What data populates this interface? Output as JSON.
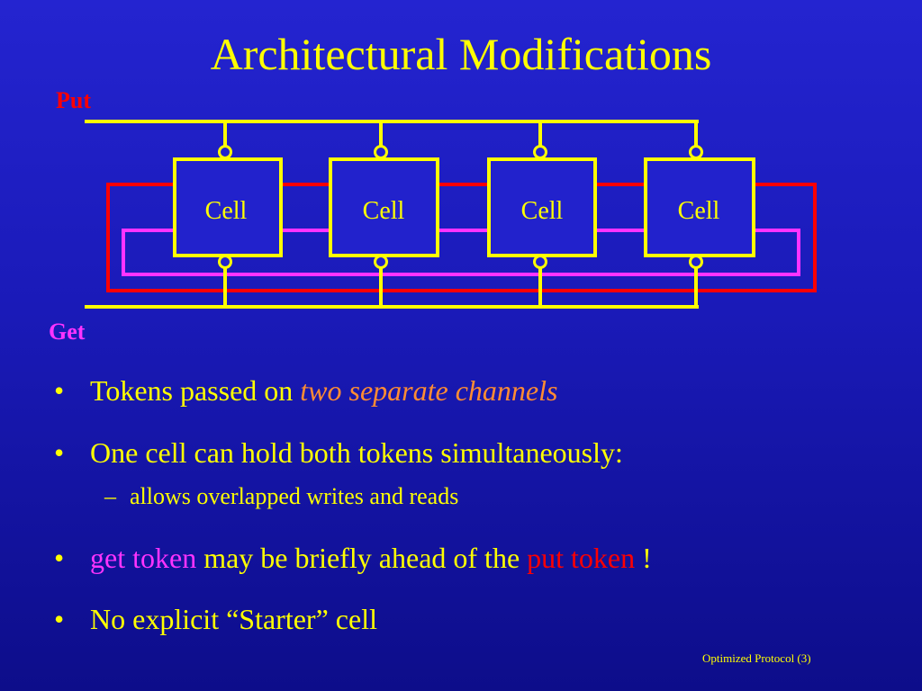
{
  "title": "Architectural Modifications",
  "diagram": {
    "put_label": "Put",
    "get_label": "Get",
    "cells": [
      "Cell",
      "Cell",
      "Cell",
      "Cell"
    ],
    "colors": {
      "bus": "#ffff00",
      "put_ring": "#ff0000",
      "get_ring": "#ff33ff",
      "cell_fill": "#2222cc"
    }
  },
  "bullets": {
    "b1": {
      "text": "Tokens passed on ",
      "emphasis": "two separate channels"
    },
    "b2": {
      "text": "One cell can hold both tokens simultaneously:"
    },
    "b2_sub": {
      "text": "allows overlapped writes and reads"
    },
    "b3": {
      "get_text": "get token",
      "middle": " may be briefly ahead of the ",
      "put_text": "put token",
      "end": " !"
    },
    "b4": {
      "text": "No explicit “Starter” cell"
    },
    "bullet_char": "•",
    "dash_char": "–"
  },
  "footer": "Optimized Protocol (3)"
}
